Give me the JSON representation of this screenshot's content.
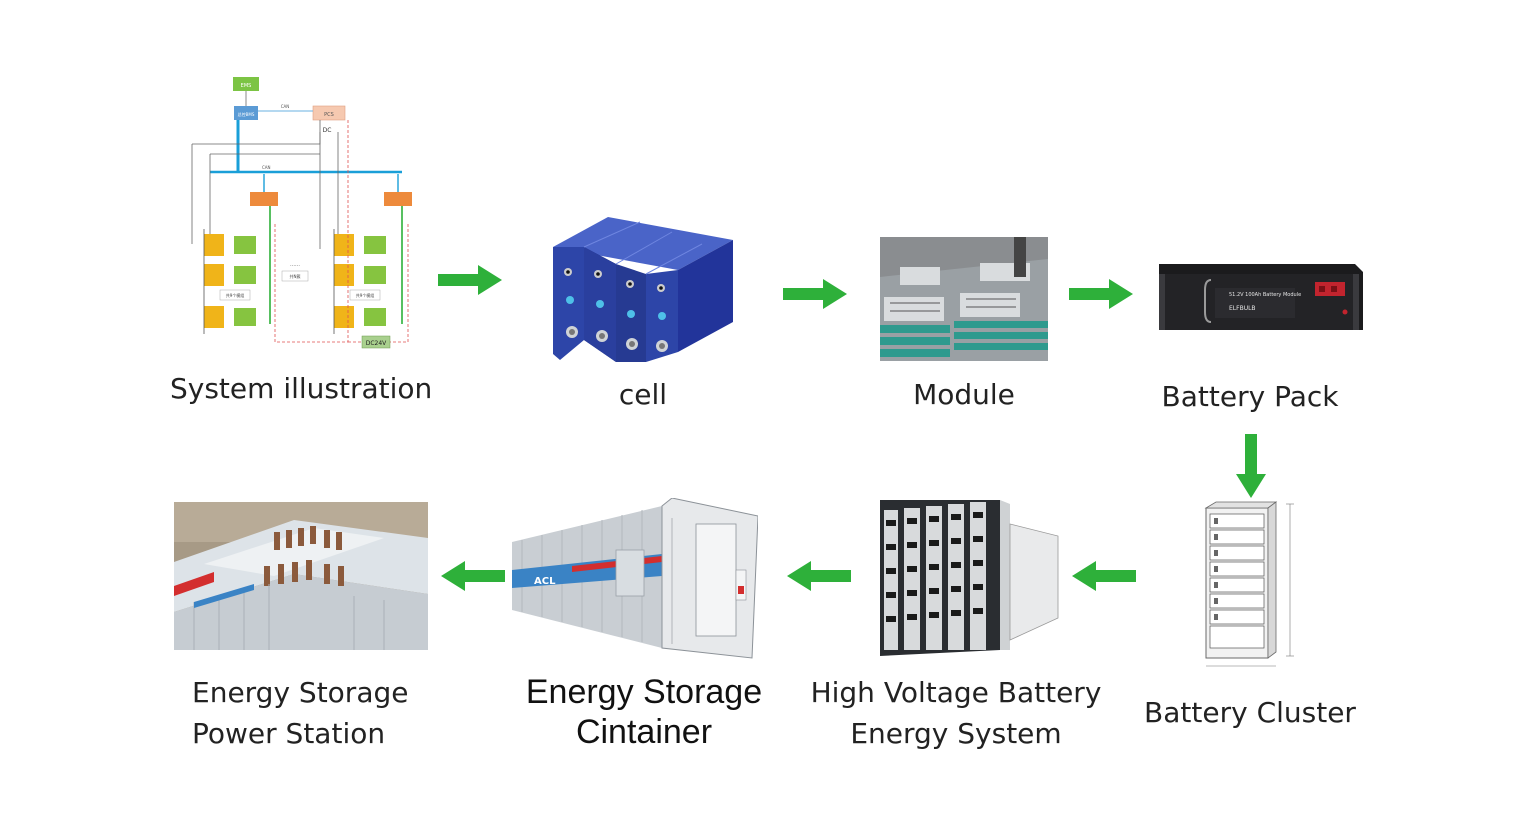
{
  "steps": {
    "system": {
      "label": "System illustration",
      "diagram": {
        "top_box": "EMS",
        "bms_box": "总控BMS",
        "pcs_box": "PCS",
        "can": "CAN",
        "dc": "DC",
        "dc24v": "DC24V",
        "module_label": "共9个模组",
        "cluster_label": "共N簇",
        "ellipsis": "……"
      }
    },
    "cell": {
      "label": "cell"
    },
    "module": {
      "label": "Module"
    },
    "battery_pack": {
      "label": "Battery Pack",
      "panel_text": "51.2V 100Ah Battery Module",
      "brand": "ELFBULB"
    },
    "battery_cluster": {
      "label": "Battery Cluster"
    },
    "hv_system": {
      "label_line1": "High Voltage Battery",
      "label_line2": "Energy System"
    },
    "container": {
      "label_line1": "Energy Storage",
      "label_line2": "Cintainer"
    },
    "power_station": {
      "label_line1": "Energy Storage",
      "label_line2": "Power Station"
    }
  },
  "colors": {
    "arrow": "#2eb03a",
    "cell_blue": "#2d45a8"
  },
  "icons": {
    "arrow_right": "arrow-right-icon",
    "arrow_left": "arrow-left-icon",
    "arrow_down": "arrow-down-icon"
  }
}
